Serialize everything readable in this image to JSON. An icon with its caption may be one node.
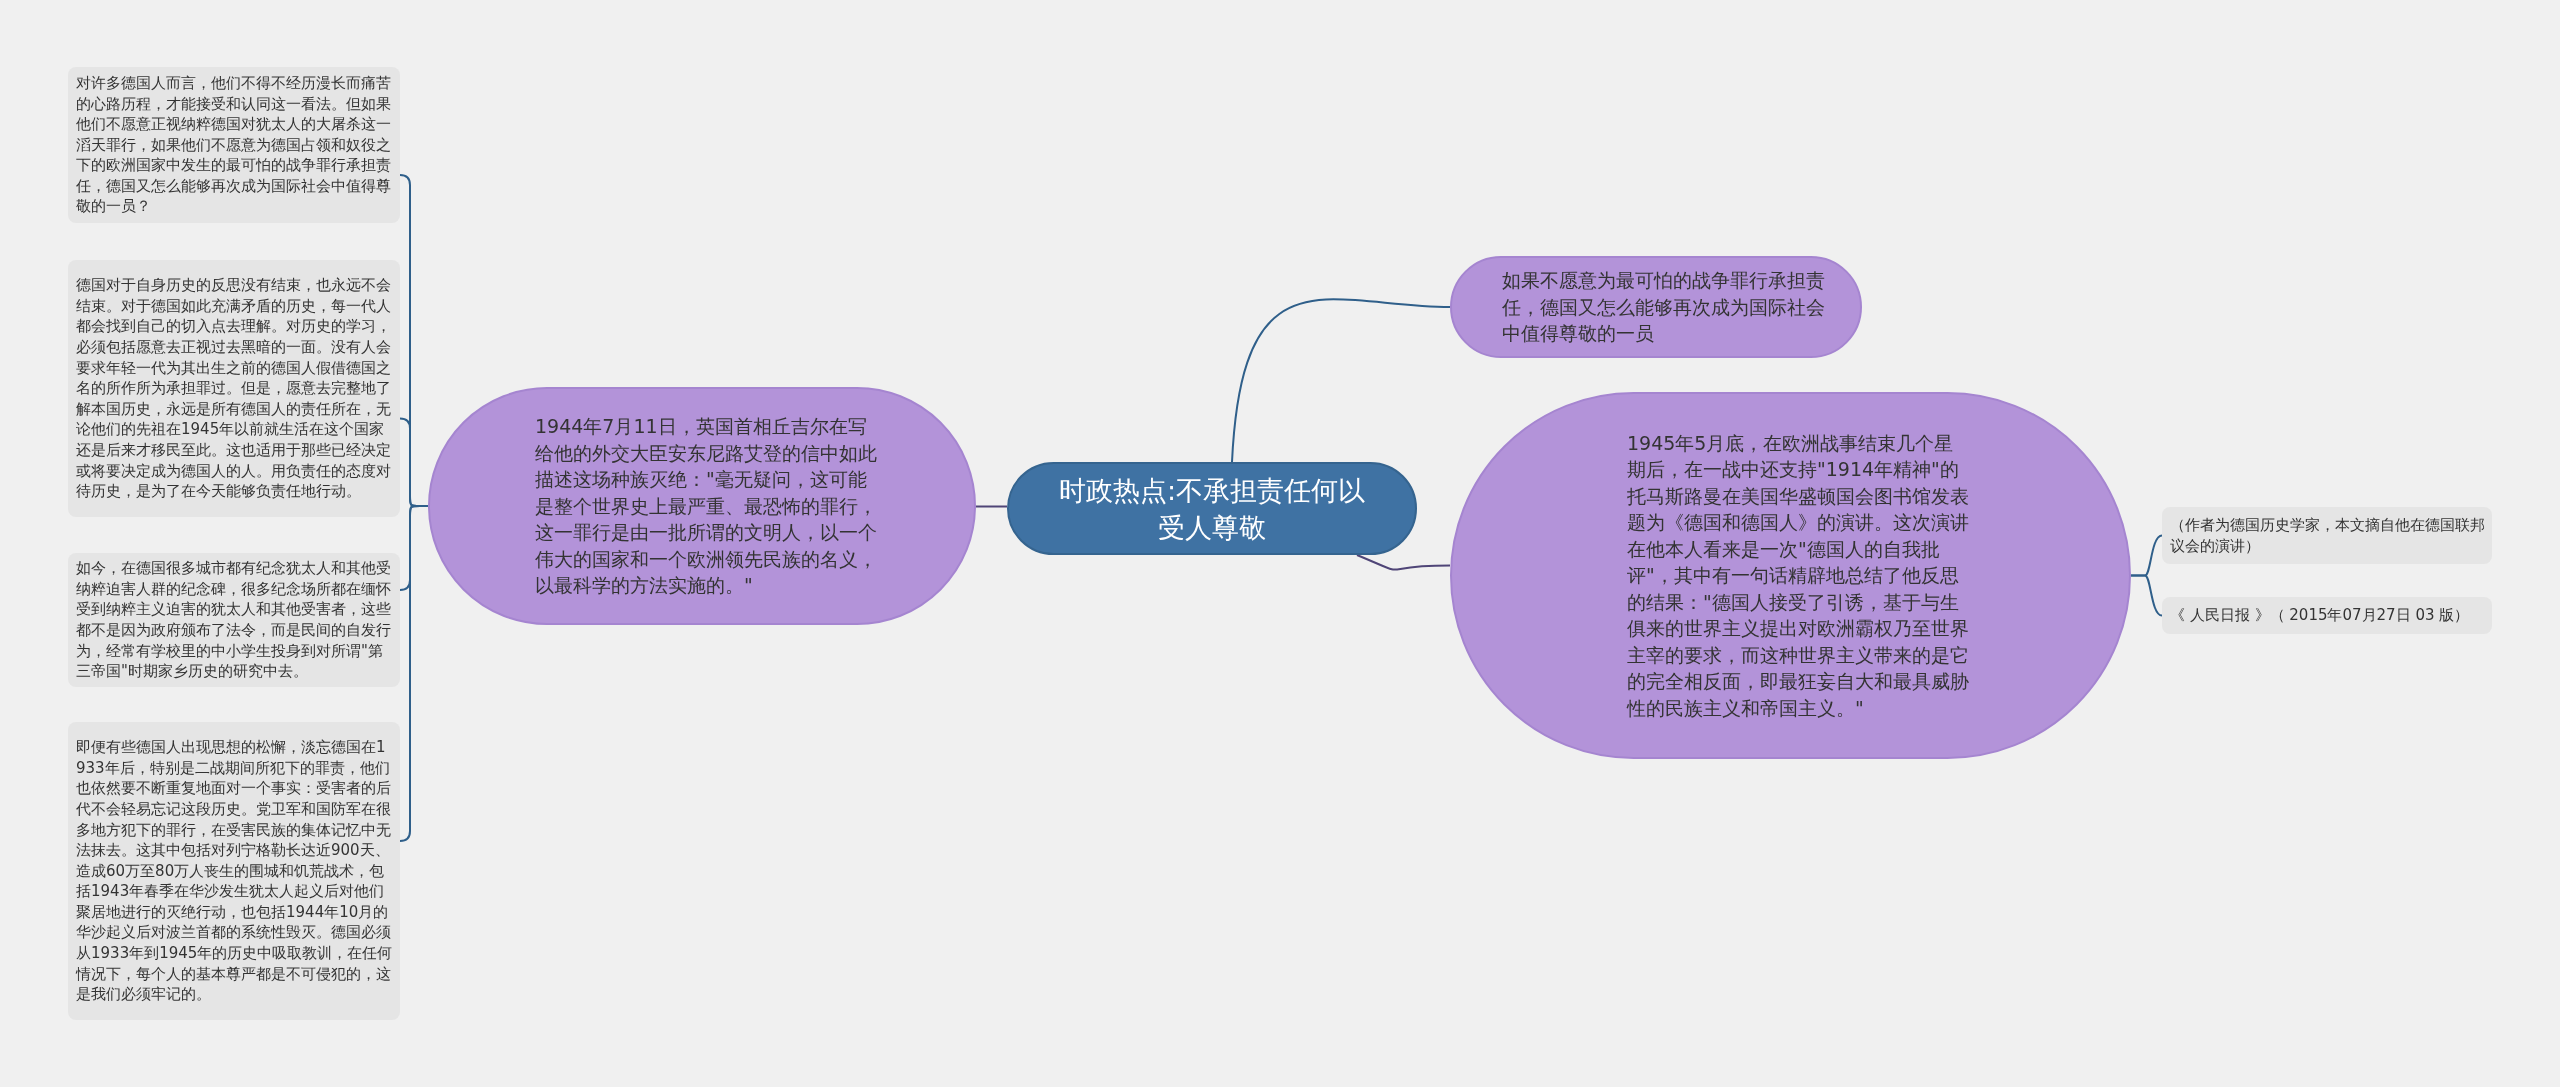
{
  "diagram": {
    "nodes": [
      {
        "text": [
          "时政热点:不承担责任何以受人尊敬"
        ]
      },
      {
        "text": [
          "1944年7月11日，英国首相丘吉尔在写给他的外交大臣安东尼路艾登的信中如此描述这场种族灭绝：\"毫无疑问，这可能是整个世界史上最严重、最恐怖的罪行，这一罪行是由一批所谓的文明人，以一个伟大的国家和一个欧洲领先民族的名义，以最科学的方法实施的。\""
        ]
      },
      {
        "text": [
          "对许多德国人而言，他们不得不经历漫长而痛苦的心路历程，才能接受和认同这一看法。但如果他们不愿意正视纳粹德国对犹太人的大屠杀这一滔天罪行，如果他们不愿意为德国占领和奴役之下的欧洲国家中发生的最可怕的战争罪行承担责任，德国又怎么能够再次成为国际社会中值得尊敬的一员？"
        ]
      },
      {
        "text": [
          "德国对于自身历史的反思没有结束，也永远不会结束。对于德国如此充满矛盾的历史，每一代人都会找到自己的切入点去理解。对历史的学习，必须包括愿意去正视过去黑暗的一面。没有人会要求年轻一代为其出生之前的德国人假借德国之名的所作所为承担罪过。但是，愿意去完整地了解本国历史，永远是所有德国人的责任所在，无论他们的先祖在1945年以前就生活在这个国家还是后来才移民至此。这也适用于那些已经决定或将要决定成为德国人的人。用负责任的态度对待历史，是为了在今天能够负责任地行动。"
        ]
      },
      {
        "text": [
          "如今，在德国很多城市都有纪念犹太人和其他受纳粹迫害人群的纪念碑，很多纪念场所都在缅怀受到纳粹主义迫害的犹太人和其他受害者，这些都不是因为政府颁布了法令，而是民间的自发行为，经常有学校里的中小学生投身到对所谓\"第三帝国\"时期家乡历史的研究中去。"
        ]
      },
      {
        "text": [
          "即便有些德国人出现思想的松懈，淡忘德国在1933年后，特别是二战期间所犯下的罪责，他们也依然要不断重复地面对一个事实：受害者的后代不会轻易忘记这段历史。党卫军和国防军在很多地方犯下的罪行，在受害民族的集体记忆中无法抹去。这其中包括对列宁格勒长达近900天、造成60万至80万人丧生的围城和饥荒战术，包括1943年春季在华沙发生犹太人起义后对他们聚居地进行的灭绝行动，也包括1944年10月的华沙起义后对波兰首都的系统性毁灭。德国必须从1933年到1945年的历史中吸取教训，在任何情况下，每个人的基本尊严都是不可侵犯的，这是我们必须牢记的。"
        ]
      },
      {
        "text": [
          "如果不愿意为最可怕的战争罪行承担责任，德国又怎么能够再次成为国际社会中值得尊敬的一员"
        ]
      },
      {
        "text": [
          "1945年5月底，在欧洲战事结束几个星期后，在一战中还支持\"1914年精神\"的托马斯路曼在美国华盛顿国会图书馆发表题为《德国和德国人》的演讲。这次演讲在他本人看来是一次\"德国人的自我批评\"，其中有一句话精辟地总结了他反思的结果：\"德国人接受了引诱，基于与生俱来的世界主义提出对欧洲霸权乃至世界主宰的要求，而这种世界主义带来的是它的完全相反面，即最狂妄自大和最具威胁性的民族主义和帝国主义。\""
        ]
      },
      {
        "text": [
          "（作者为德国历史学家，本文摘自他在德国联邦议会的演讲）"
        ]
      },
      {
        "text": [
          "《 人民日报 》（ 2015年07月27日 03 版）"
        ]
      }
    ],
    "edges": [
      {
        "from": 0,
        "to": 1,
        "arrow": "none"
      },
      {
        "from": 1,
        "to": 2,
        "arrow": "none"
      },
      {
        "from": 1,
        "to": 3,
        "arrow": "none"
      },
      {
        "from": 1,
        "to": 4,
        "arrow": "none"
      },
      {
        "from": 1,
        "to": 5,
        "arrow": "none"
      },
      {
        "from": 0,
        "to": 6,
        "arrow": "none"
      },
      {
        "from": 0,
        "to": 7,
        "arrow": "none"
      },
      {
        "from": 7,
        "to": 8,
        "arrow": "none"
      },
      {
        "from": 7,
        "to": 9,
        "arrow": "none"
      }
    ]
  }
}
